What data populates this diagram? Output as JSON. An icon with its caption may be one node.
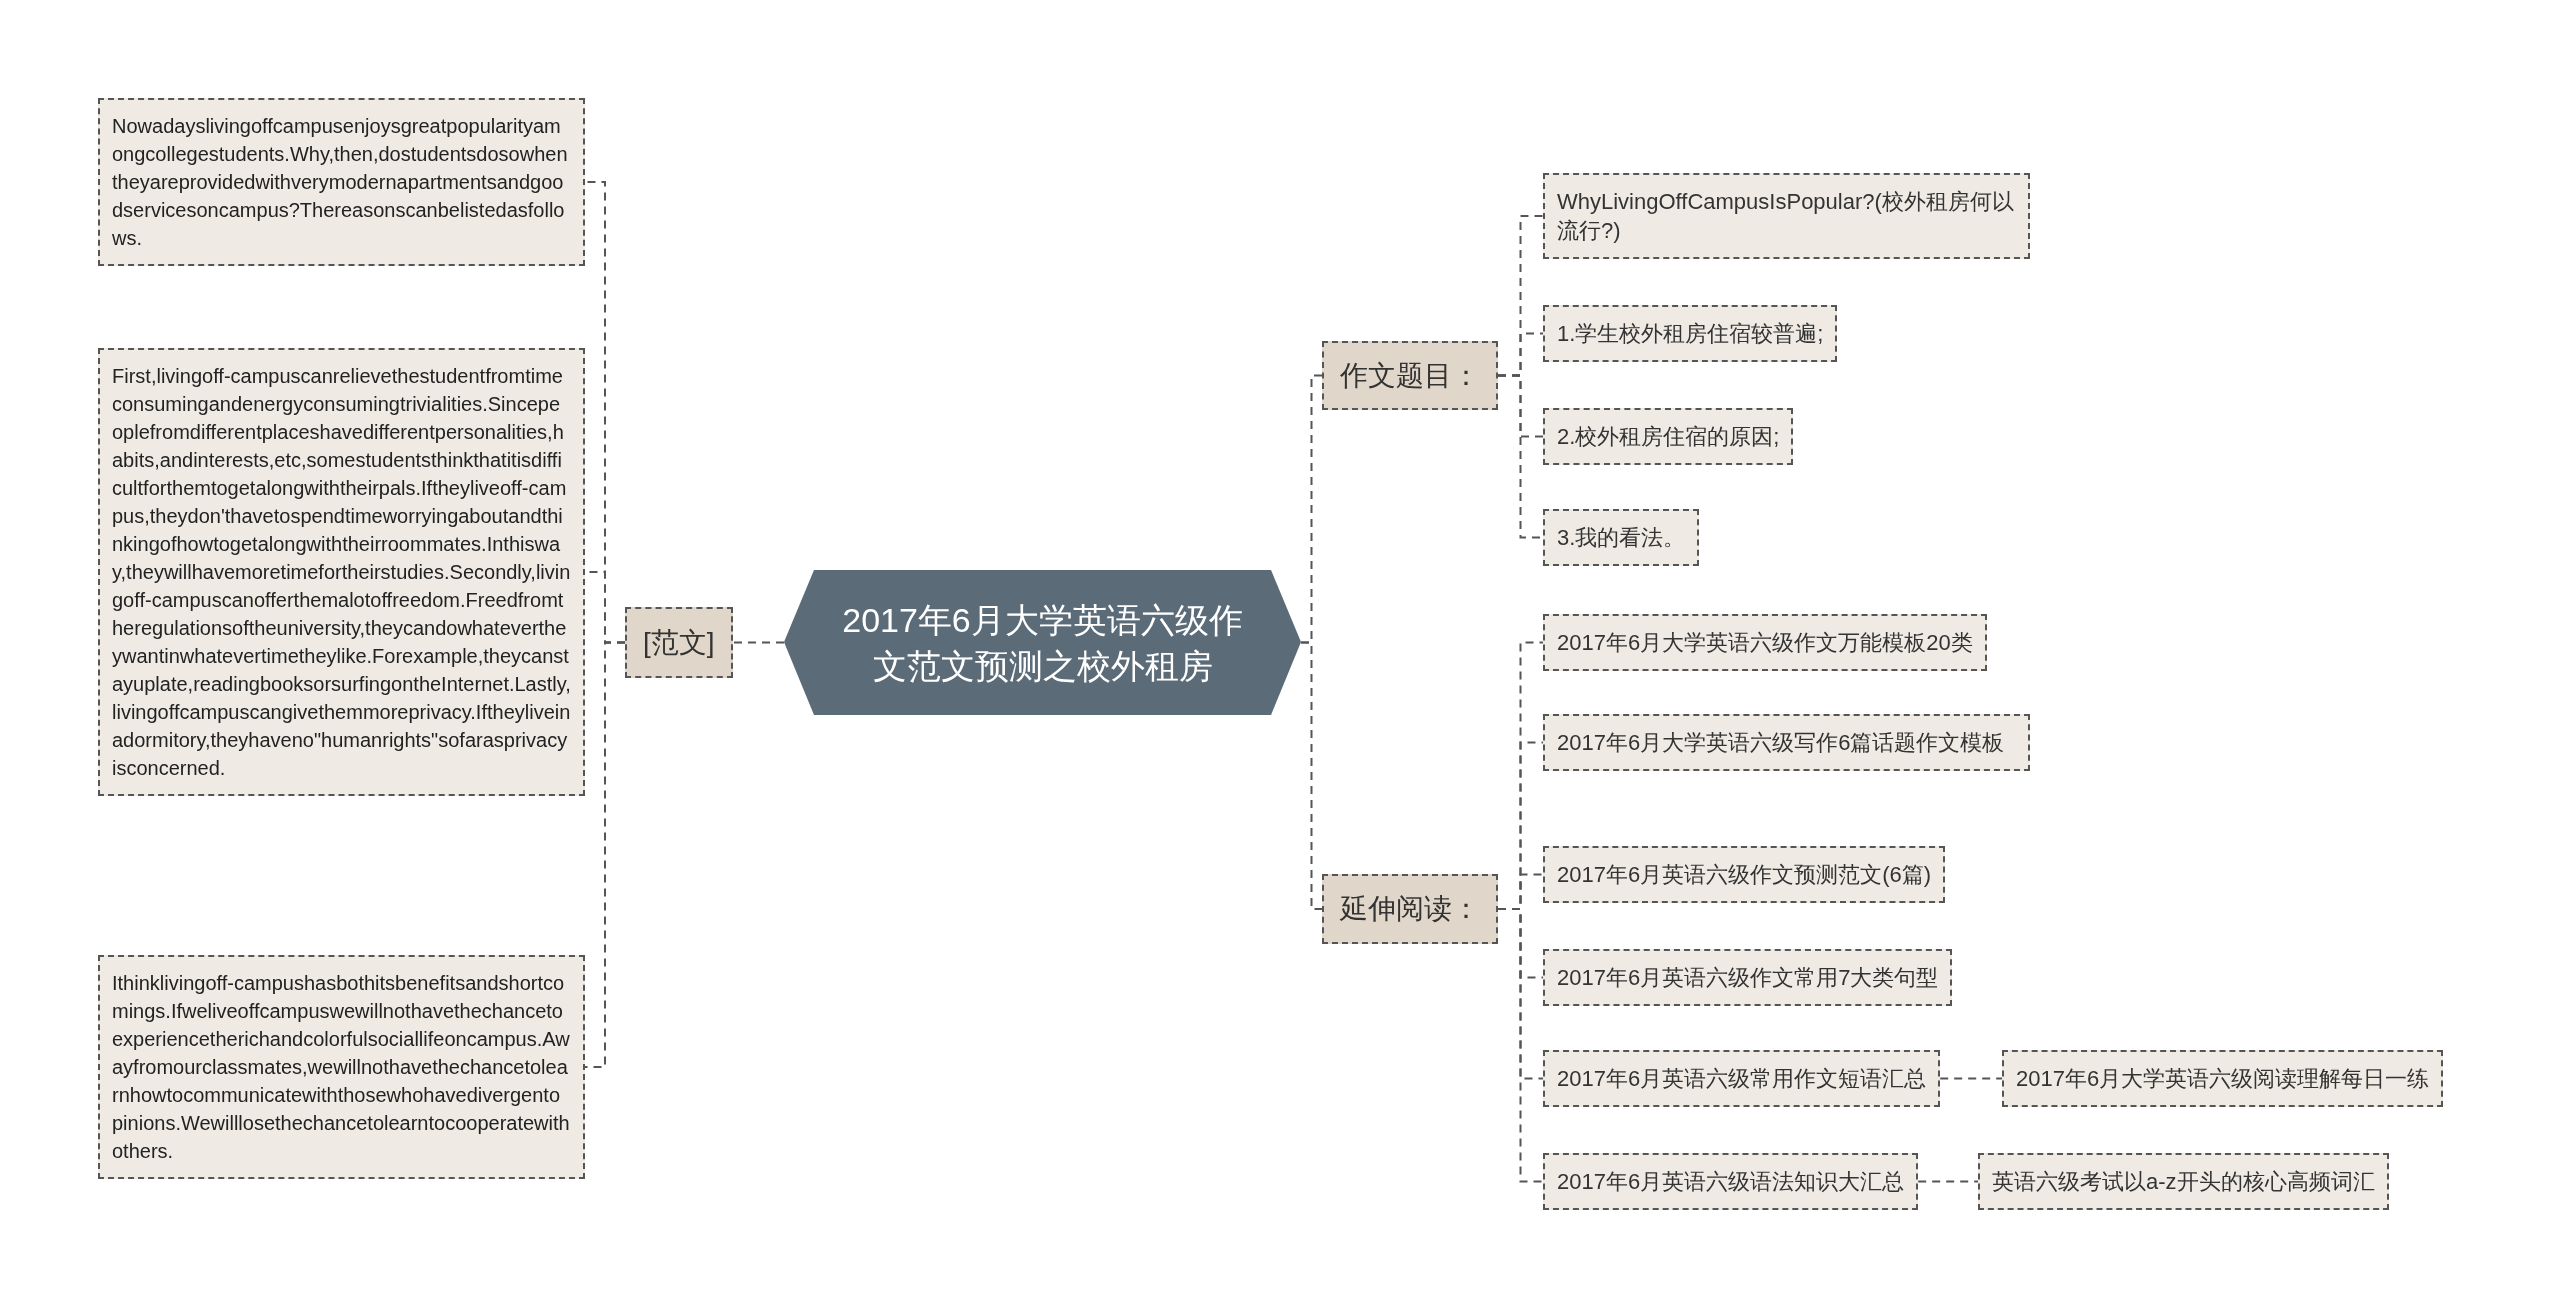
{
  "diagram": {
    "nodes": [
      {
        "text": [
          "2017年6月大学英语六级作文范文预测之校外租房"
        ]
      },
      {
        "text": [
          "作文题目："
        ]
      },
      {
        "text": [
          "WhyLivingOffCampusIsPopular?(校外租房何以流行?)"
        ]
      },
      {
        "text": [
          "1.学生校外租房住宿较普遍;"
        ]
      },
      {
        "text": [
          "2.校外租房住宿的原因;"
        ]
      },
      {
        "text": [
          "3.我的看法。"
        ]
      },
      {
        "text": [
          "延伸阅读："
        ]
      },
      {
        "text": [
          "2017年6月大学英语六级作文万能模板20类"
        ]
      },
      {
        "text": [
          "2017年6月大学英语六级写作6篇话题作文模板"
        ]
      },
      {
        "text": [
          "2017年6月英语六级作文预测范文(6篇)"
        ]
      },
      {
        "text": [
          "2017年6月英语六级作文常用7大类句型"
        ]
      },
      {
        "text": [
          "2017年6月英语六级常用作文短语汇总"
        ]
      },
      {
        "text": [
          "2017年6月大学英语六级阅读理解每日一练"
        ]
      },
      {
        "text": [
          "2017年6月英语六级语法知识大汇总"
        ]
      },
      {
        "text": [
          "英语六级考试以a-z开头的核心高频词汇"
        ]
      },
      {
        "text": [
          "[范文]"
        ]
      },
      {
        "text": [
          "Nowadayslivingoffcampusenjoysgreatpopularityamongcollegestudents.Why,then,dostudentsdosowhentheyareprovidedwithverymodernapartmentsandgoodservicesoncampus?Thereasonscanbelistedasfollows."
        ]
      },
      {
        "text": [
          "First,livingoff-campuscanrelievethestudentfromtimeconsumingandenergyconsumingtrivialities.Sincepeoplefromdifferentplaceshavedifferentpersonalities,habits,andinterests,etc,somestudentsthinkthatitisdifficultforthemtogetalongwiththeirpals.Iftheyliveoff-campus,theydon'thavetospendtimeworryingaboutandthinkingofhowtogetalongwiththeirroommates.Inthisway,theywillhavemoretimefortheirstudies.Secondly,livingoff-campuscanofferthemalotoffreedom.Freedfromtheregulationsoftheuniversity,theycandowhatevertheywantinwhatevertimetheylike.Forexample,theycanstayuplate,readingbooksorsurfingontheInternet.Lastly,livingoffcampuscangivethemmoreprivacy.Iftheyliveinadormitory,theyhaveno\"humanrights\"sofarasprivacyisconcerned."
        ]
      },
      {
        "text": [
          "Ithinklivingoff-campushasbothitsbenefitsandshortcomings.Ifweliveoffcampuswewillnothavethechancetoexperiencetherichandcolorfulsociallifeoncampus.Awayfromourclassmates,wewillnothavethechancetolearnhowtocommunicatewiththosewhohavedivergentopinions.Wewilllosethechancetolearntocooperatewithothers."
        ]
      }
    ],
    "edges": [
      {
        "from": 0,
        "to": 1,
        "arrow": "none"
      },
      {
        "from": 1,
        "to": 2,
        "arrow": "none"
      },
      {
        "from": 1,
        "to": 3,
        "arrow": "none"
      },
      {
        "from": 1,
        "to": 4,
        "arrow": "none"
      },
      {
        "from": 1,
        "to": 5,
        "arrow": "none"
      },
      {
        "from": 0,
        "to": 6,
        "arrow": "none"
      },
      {
        "from": 6,
        "to": 7,
        "arrow": "none"
      },
      {
        "from": 6,
        "to": 8,
        "arrow": "none"
      },
      {
        "from": 6,
        "to": 9,
        "arrow": "none"
      },
      {
        "from": 6,
        "to": 10,
        "arrow": "none"
      },
      {
        "from": 6,
        "to": 11,
        "arrow": "none"
      },
      {
        "from": 11,
        "to": 12,
        "arrow": "none"
      },
      {
        "from": 6,
        "to": 13,
        "arrow": "none"
      },
      {
        "from": 13,
        "to": 14,
        "arrow": "none"
      },
      {
        "from": 0,
        "to": 15,
        "arrow": "none"
      },
      {
        "from": 15,
        "to": 16,
        "arrow": "none"
      },
      {
        "from": 15,
        "to": 17,
        "arrow": "none"
      },
      {
        "from": 15,
        "to": 18,
        "arrow": "none"
      }
    ]
  }
}
